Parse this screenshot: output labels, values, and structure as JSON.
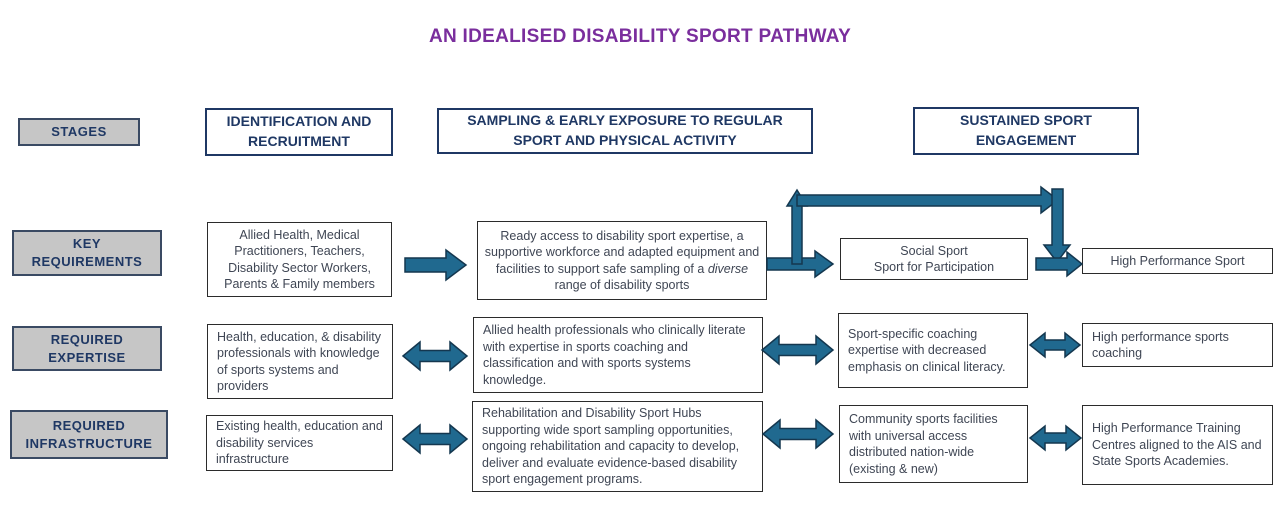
{
  "title": "AN IDEALISED DISABILITY SPORT PATHWAY",
  "colors": {
    "title_text": "#7A2E9D",
    "heading_text": "#1F3864",
    "body_text": "#3F4654",
    "arrow_fill": "#20698F",
    "arrow_outline": "#14374F",
    "row_label_fill": "#C6C6C6",
    "box_border": "#2B2B2B"
  },
  "row_labels": {
    "stages": "STAGES",
    "key_requirements": "KEY REQUIREMENTS",
    "required_expertise": "REQUIRED EXPERTISE",
    "required_infrastructure": "REQUIRED INFRASTRUCTURE"
  },
  "stage_headers": {
    "identification": "IDENTIFICATION AND RECRUITMENT",
    "sampling": "SAMPLING & EARLY EXPOSURE TO REGULAR SPORT AND PHYSICAL ACTIVITY",
    "sustained": "SUSTAINED SPORT ENGAGEMENT"
  },
  "key_requirements": {
    "identification": "Allied Health, Medical Practitioners, Teachers, Disability Sector Workers, Parents & Family members",
    "sampling_text_before_italic": "Ready access to disability sport expertise, a supportive workforce and adapted equipment and facilities to support safe sampling of a ",
    "sampling_italic_word": "diverse",
    "sampling_text_after_italic": " range of disability sports",
    "social_sport": "Social Sport\nSport for Participation",
    "high_performance": "High Performance Sport"
  },
  "required_expertise": {
    "identification": "Health, education, & disability professionals with knowledge of sports systems and providers",
    "sampling": "Allied health professionals who clinically literate with expertise in sports coaching and classification and with sports systems knowledge.",
    "sustained_social": "Sport-specific coaching expertise with decreased emphasis on clinical literacy.",
    "sustained_high_performance": "High performance sports coaching"
  },
  "required_infrastructure": {
    "identification": "Existing health, education and disability services infrastructure",
    "sampling": "Rehabilitation and Disability Sport Hubs supporting wide sport sampling opportunities, ongoing rehabilitation and capacity to develop, deliver and evaluate evidence-based disability sport engagement programs.",
    "sustained_social": "Community sports facilities with universal access distributed nation-wide (existing & new)",
    "sustained_high_performance": "High Performance Training Centres aligned to the AIS and State Sports Academies."
  }
}
